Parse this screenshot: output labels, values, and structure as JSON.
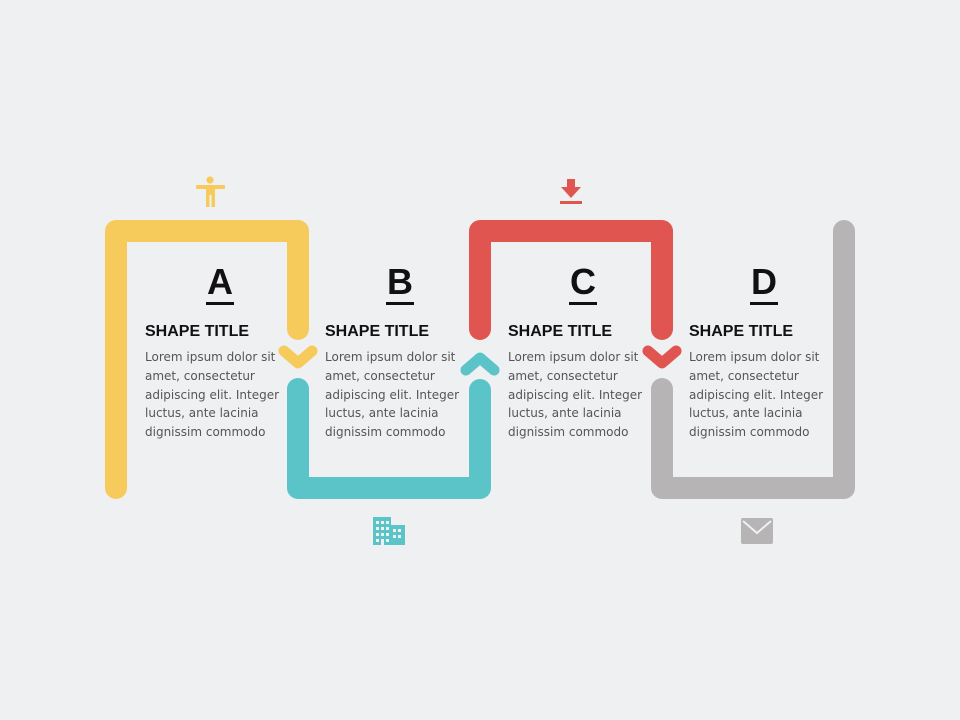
{
  "colors": {
    "background": "#eff0f2",
    "step_a": "#f7ca5c",
    "step_b": "#5ac4c8",
    "step_c": "#e15551",
    "step_d": "#b6b4b5"
  },
  "steps": [
    {
      "letter": "A",
      "title": "SHAPE TITLE",
      "body": "Lorem ipsum dolor sit amet, consectetur adipiscing elit. Integer luctus, ante lacinia dignissim commodo",
      "icon": "person-icon"
    },
    {
      "letter": "B",
      "title": "SHAPE TITLE",
      "body": "Lorem ipsum dolor sit amet, consectetur adipiscing elit. Integer luctus, ante lacinia dignissim commodo",
      "icon": "building-icon"
    },
    {
      "letter": "C",
      "title": "SHAPE TITLE",
      "body": "Lorem ipsum dolor sit amet, consectetur adipiscing elit. Integer luctus, ante lacinia dignissim commodo",
      "icon": "download-icon"
    },
    {
      "letter": "D",
      "title": "SHAPE TITLE",
      "body": "Lorem ipsum dolor sit amet, consectetur adipiscing elit. Integer luctus, ante lacinia dignissim commodo",
      "icon": "mail-icon"
    }
  ]
}
